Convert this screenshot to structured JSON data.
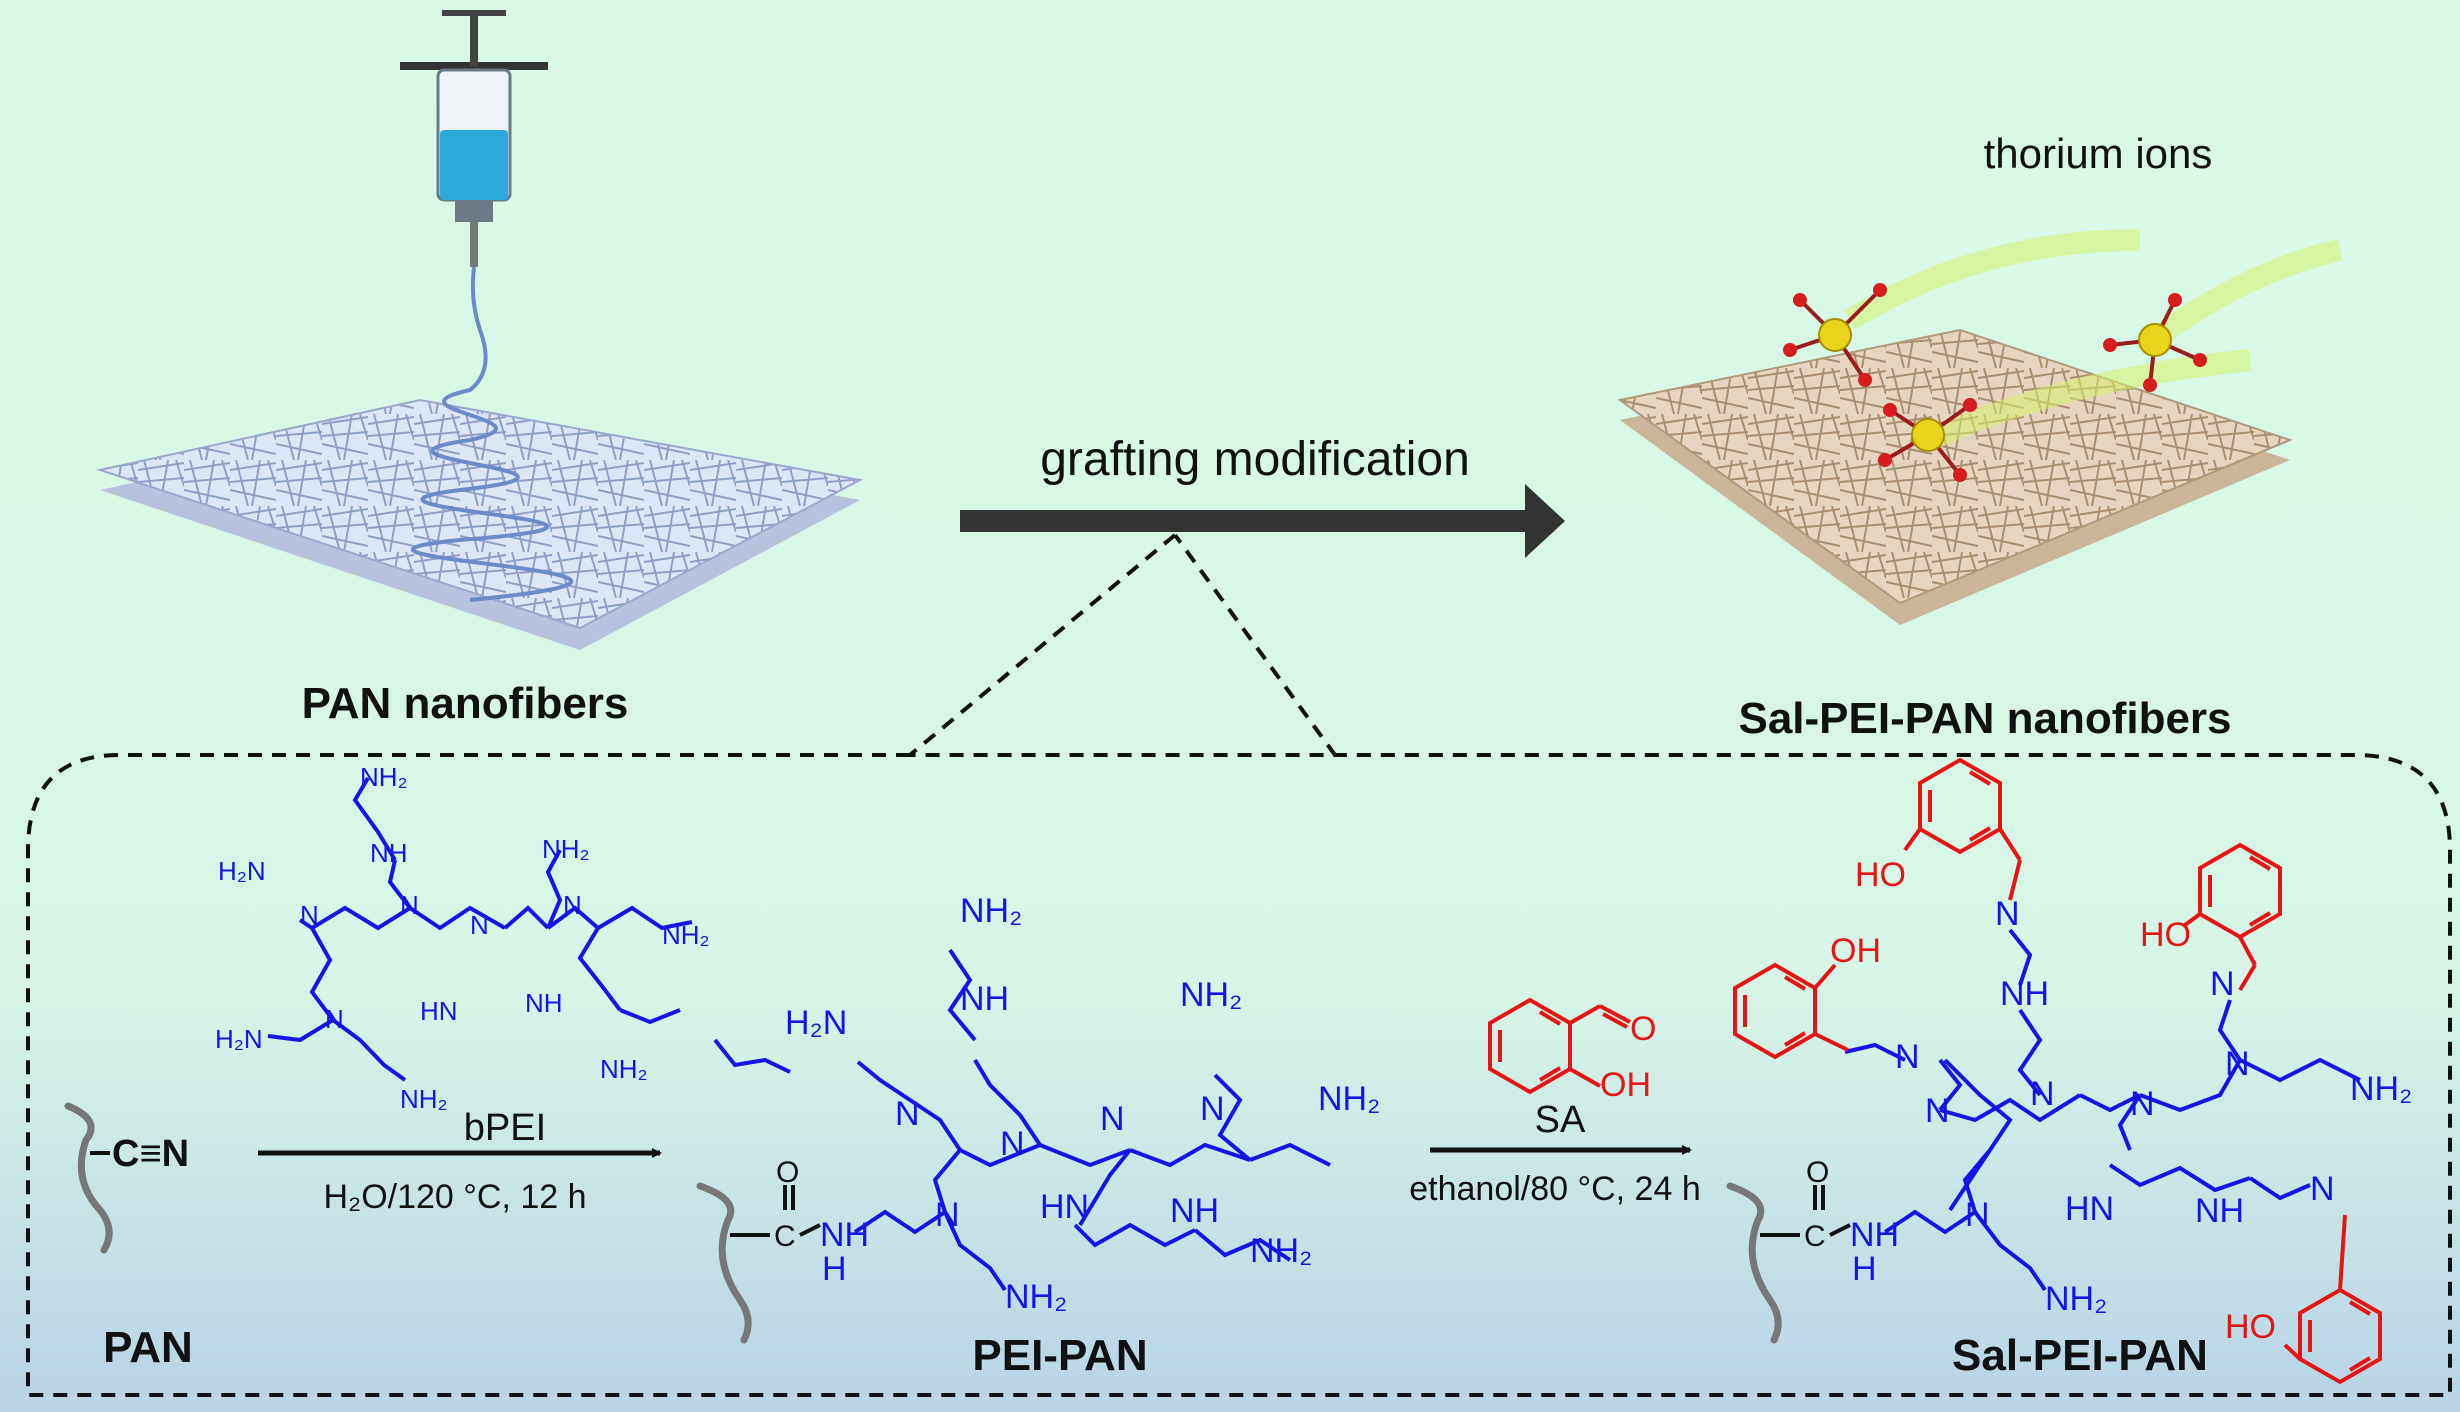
{
  "labels": {
    "pan_nanofibers": "PAN nanofibers",
    "thorium_ions": "thorium ions",
    "grafting": "grafting modification",
    "sal_nanofibers": "Sal-PEI-PAN nanofibers",
    "pan": "PAN",
    "pei_pan": "PEI-PAN",
    "sal_pei_pan": "Sal-PEI-PAN"
  },
  "reaction1": {
    "reagent": "bPEI",
    "conditions": "H₂O/120 °C, 12 h"
  },
  "reaction2": {
    "reagent": "SA",
    "conditions": "ethanol/80 °C, 24 h"
  },
  "groups": {
    "nitrile": "C≡N",
    "nh2": "NH₂",
    "h2n": "H₂N",
    "nh": "NH",
    "hn": "HN",
    "n": "N",
    "h": "H",
    "c": "C",
    "o": "O",
    "oh": "OH",
    "ho": "HO"
  },
  "colors": {
    "bg_top": "#d9fae6",
    "bg_bottom": "#b8d4e6",
    "pei_blue": "#1414e6",
    "sal_red": "#e61414",
    "arrow": "#333333",
    "ink": "#111111"
  }
}
